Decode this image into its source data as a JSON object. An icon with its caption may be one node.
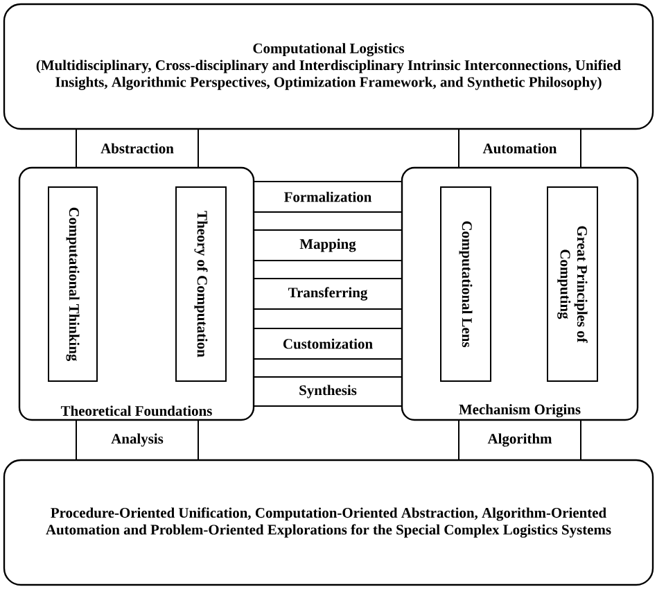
{
  "diagram": {
    "nodes": [
      {
        "text": [
          "Computational Logistics",
          "(Multidisciplinary, Cross-disciplinary and Interdisciplinary Intrinsic Interconnections, Unified Insights, Algorithmic Perspectives, Optimization Framework, and Synthetic Philosophy)"
        ]
      },
      {
        "text": [
          "Abstraction"
        ]
      },
      {
        "text": [
          "Automation"
        ]
      },
      {
        "text": [
          "Theoretical Foundations"
        ]
      },
      {
        "text": [
          "Computational Thinking"
        ],
        "in": 3
      },
      {
        "text": [
          "Theory of Computation"
        ],
        "in": 3
      },
      {
        "text": [
          "Formalization"
        ]
      },
      {
        "text": [
          "Mapping"
        ]
      },
      {
        "text": [
          "Transferring"
        ]
      },
      {
        "text": [
          "Customization"
        ]
      },
      {
        "text": [
          "Synthesis"
        ]
      },
      {
        "text": [
          "Mechanism Origins"
        ]
      },
      {
        "text": [
          "Computational Lens"
        ],
        "in": 11
      },
      {
        "text": [
          "Great Principles of Computing"
        ],
        "in": 11
      },
      {
        "text": [
          "Analysis"
        ]
      },
      {
        "text": [
          "Algorithm"
        ]
      },
      {
        "text": [
          "Procedure-Oriented Unification, Computation-Oriented Abstraction, Algorithm-Oriented Automation and Problem-Oriented Explorations for the Special Complex Logistics Systems"
        ]
      }
    ]
  }
}
